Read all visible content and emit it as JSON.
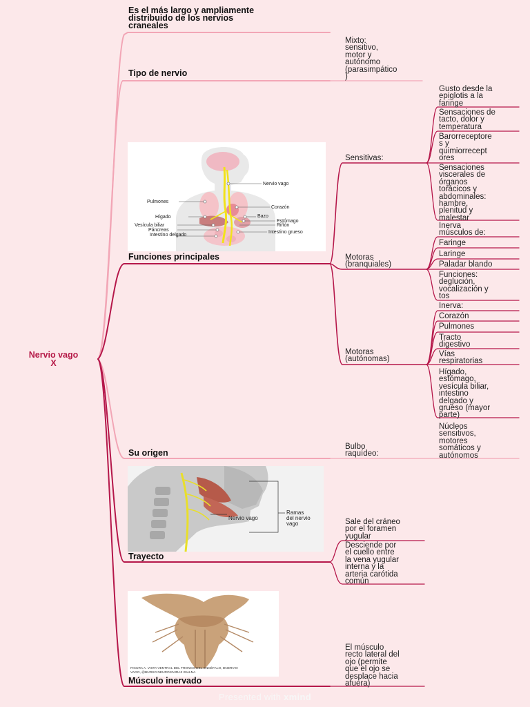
{
  "root": {
    "label": "Nervio vago\nX"
  },
  "branches": {
    "description": "Es el más largo y ampliamente\ndistribuido de los nervios\ncraneales",
    "tipo": {
      "label": "Tipo de  nervio",
      "child": "Mixto:\nsensitivo,\nmotor y\nautónomo\n(parasimpático\n)"
    },
    "funciones": {
      "label": "Funciones principales",
      "sensitivas": {
        "label": "Sensitivas:",
        "items": [
          "Gusto desde la\nepiglotis a la\nfaringe",
          "Sensaciones de\ntacto, dolor y\ntemperatura",
          "Barorreceptore\ns y\nquimiorrecept\nores",
          "Sensaciones\nviscerales de\nórganos\ntorácicos y\nabdominales:\nhambre,\nplenitud y\nmalestar"
        ]
      },
      "branquiales": {
        "label": "Motoras\n(branquiales)",
        "items": [
          "Inerva\nmúsculos de:",
          "Faringe",
          "Laringe",
          "Paladar blando",
          "Funciones:\ndeglución,\nvocalización y\ntos"
        ]
      },
      "autonomas": {
        "label": "Motoras\n(autónomas)",
        "items": [
          "Inerva:",
          "Corazón",
          "Pulmones",
          "Tracto\ndigestivo",
          "Vías\nrespiratorias",
          "Hígado,\nestómago,\nvesícula biliar,\nintestino\ndelgado y\ngrueso (mayor\nparte)"
        ]
      }
    },
    "origen": {
      "label": "Su origen",
      "child": "Bulbo\nraquídeo:",
      "grandchild": "Núcleos\nsensitivos,\nmotores\nsomáticos y\nautónomos"
    },
    "trayecto": {
      "label": "Trayecto",
      "items": [
        "Sale del cráneo\npor el foramen\nyugular",
        "Desciende por\nel cuello entre\nla vena yugular\ninterna y la\narteria carótida\ncomún"
      ]
    },
    "musculo": {
      "label": "Músculo inervado",
      "child": "El músculo\nrecto lateral del\nojo (permite\nque el ojo se\ndesplace hacia\nafuera)"
    }
  },
  "figure1": {
    "labels": {
      "nervio_vago": "Nervio vago",
      "pulmones": "Pulmones",
      "corazon": "Corazón",
      "higado": "Hígado",
      "bazo": "Bazo",
      "estomago": "Estómago",
      "rinon": "Riñón",
      "vesicula": "Vesícula biliar",
      "pancreas": "Páncreas",
      "intestino_delgado": "Intestino\ndelgado",
      "intestino_grueso": "Intestino grueso"
    }
  },
  "figure2": {
    "labels": {
      "nervio_vago": "Nervio vago",
      "ramas": "Ramas\ndel nervio\nvago"
    }
  },
  "figure3": {
    "caption": "FIGURA A. VISTA VENTRAL DEL TRONCO DEL ENCÉFALO, DNERVIO\nVAGO, @BURSO NEUROSIVIRA3 20ALNA"
  },
  "footer": {
    "prefix": "Presented with",
    "brand": "xmind"
  },
  "colors": {
    "primary_line": "#b5174a",
    "light_line": "#f2a6b6",
    "root_text": "#b51a48",
    "background": "#fce8ea"
  }
}
